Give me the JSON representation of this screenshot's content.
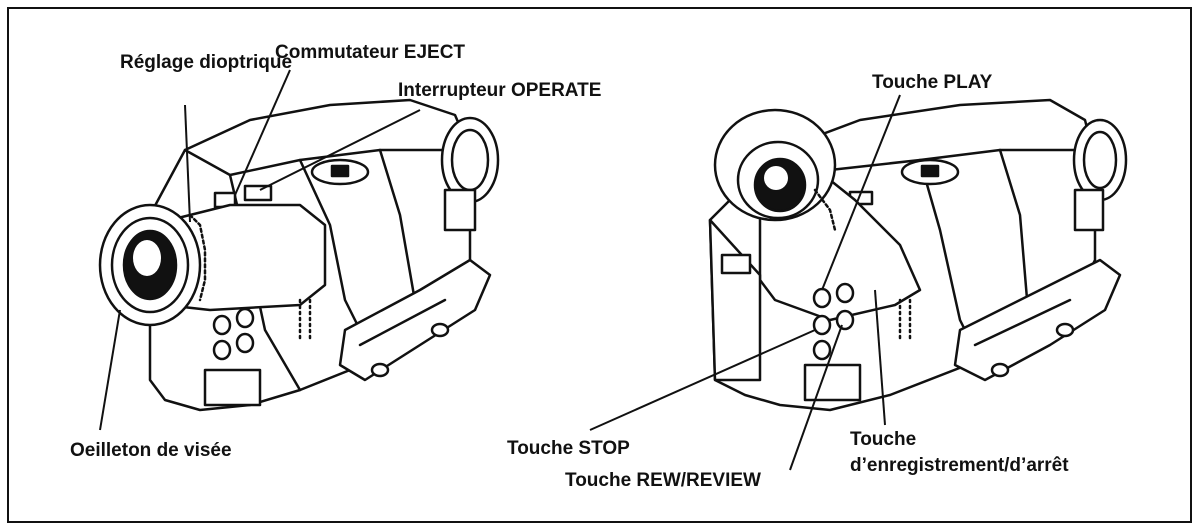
{
  "labels": {
    "reglage_dioptrique": "Réglage dioptrique",
    "commutateur_eject": "Commutateur EJECT",
    "interrupteur_operate": "Interrupteur OPERATE",
    "oeilleton": "Oeilleton de visée",
    "touche_play": "Touche PLAY",
    "touche_stop": "Touche STOP",
    "touche_rew": "Touche REW/REVIEW",
    "touche_rec_line1": "Touche",
    "touche_rec_line2": "d’enregistrement/d’arrêt"
  },
  "icons": [
    "left-camcorder-drawing",
    "right-camcorder-drawing"
  ]
}
